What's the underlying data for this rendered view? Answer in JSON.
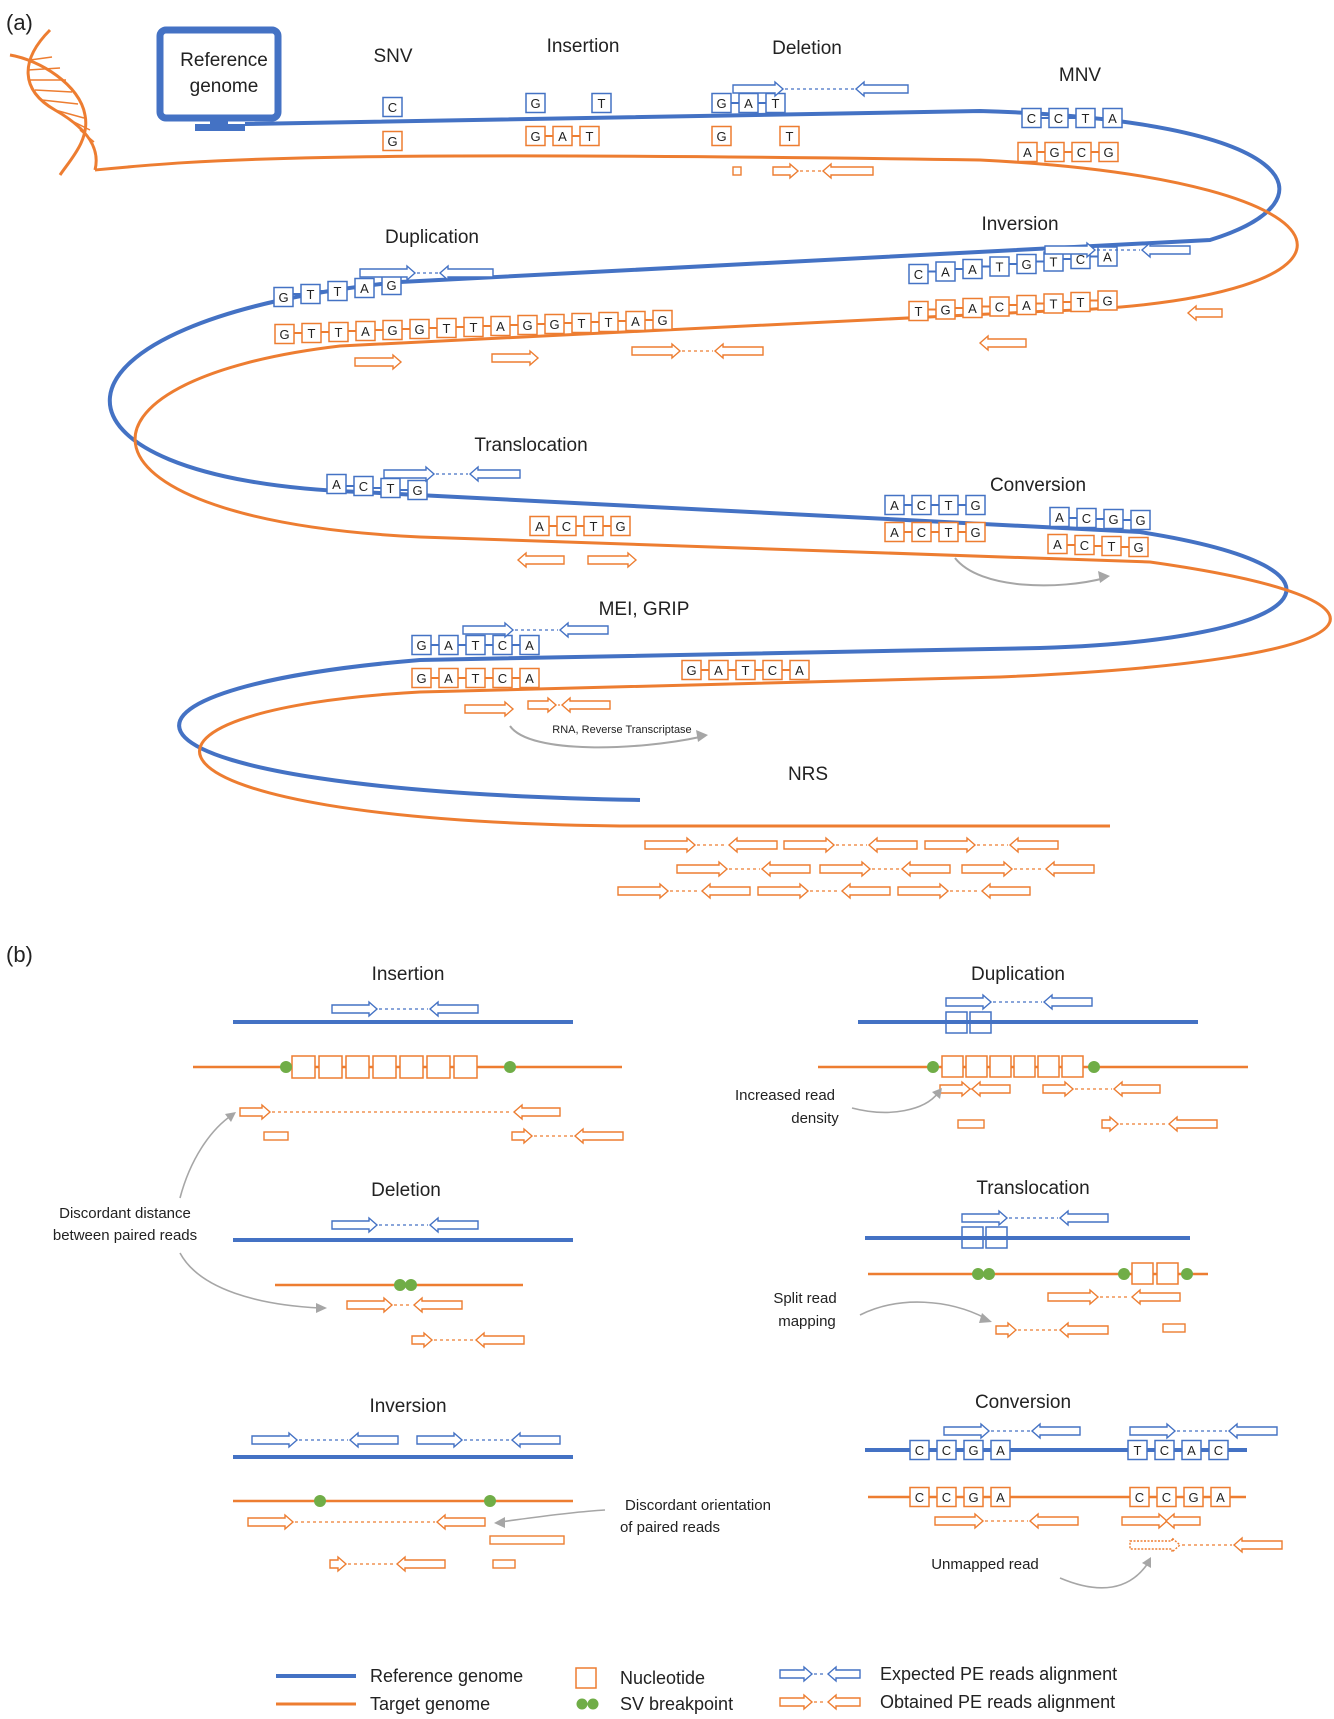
{
  "colors": {
    "reference": "#4472c4",
    "target": "#ed7d31",
    "breakpoint": "#70ad47",
    "arrow": "#a6a6a6"
  },
  "panel_a": {
    "tag": "(a)",
    "monitor_label": [
      "Reference",
      "genome"
    ],
    "labels": {
      "snv": "SNV",
      "insertion": "Insertion",
      "deletion": "Deletion",
      "mnv": "MNV",
      "duplication": "Duplication",
      "inversion": "Inversion",
      "translocation": "Translocation",
      "conversion": "Conversion",
      "mei": "MEI, GRIP",
      "nrs": "NRS",
      "rna": "RNA, Reverse Transcriptase"
    },
    "seq": {
      "snv_ref": "C",
      "snv_tgt": "G",
      "ins_ref_a": "G",
      "ins_ref_b": "T",
      "ins_tgt": "GAT",
      "del_ref": "GAT",
      "del_tgt_a": "G",
      "del_tgt_b": "T",
      "mnv_ref": "CCTA",
      "mnv_tgt": "AGCG",
      "dup_ref": "GTTAG",
      "dup_tgt": "GTTAGGTTAGGTTAG",
      "inv_ref": "CAATGTCA",
      "inv_tgt": "TGACATTG",
      "trans_ref": "ACTG",
      "trans_tgt": "ACTG",
      "conv_ref_a": "ACTG",
      "conv_ref_b": "ACGG",
      "conv_tgt_a": "ACTG",
      "conv_tgt_b": "ACTG",
      "mei_ref": "GATCA",
      "mei_tgt_a": "GATCA",
      "mei_tgt_b": "GATCA"
    }
  },
  "panel_b": {
    "tag": "(b)",
    "titles": {
      "insertion": "Insertion",
      "deletion": "Deletion",
      "inversion": "Inversion",
      "duplication": "Duplication",
      "translocation": "Translocation",
      "conversion": "Conversion"
    },
    "annotations": {
      "discordant_distance": [
        "Discordant distance",
        "between paired reads"
      ],
      "increased_density": [
        "Increased read",
        "density"
      ],
      "split_read": [
        "Split read",
        "mapping"
      ],
      "discordant_orientation": [
        "Discordant orientation",
        "of paired reads"
      ],
      "unmapped": "Unmapped read"
    },
    "seq": {
      "conv_ref_a": "CCGA",
      "conv_ref_b": "TCAC",
      "conv_tgt_a": "CCGA",
      "conv_tgt_b": "CCGA"
    }
  },
  "legend": {
    "reference": "Reference genome",
    "target": "Target genome",
    "nucleotide": "Nucleotide",
    "breakpoint": "SV breakpoint",
    "expected": "Expected PE reads alignment",
    "obtained": "Obtained PE reads alignment"
  }
}
